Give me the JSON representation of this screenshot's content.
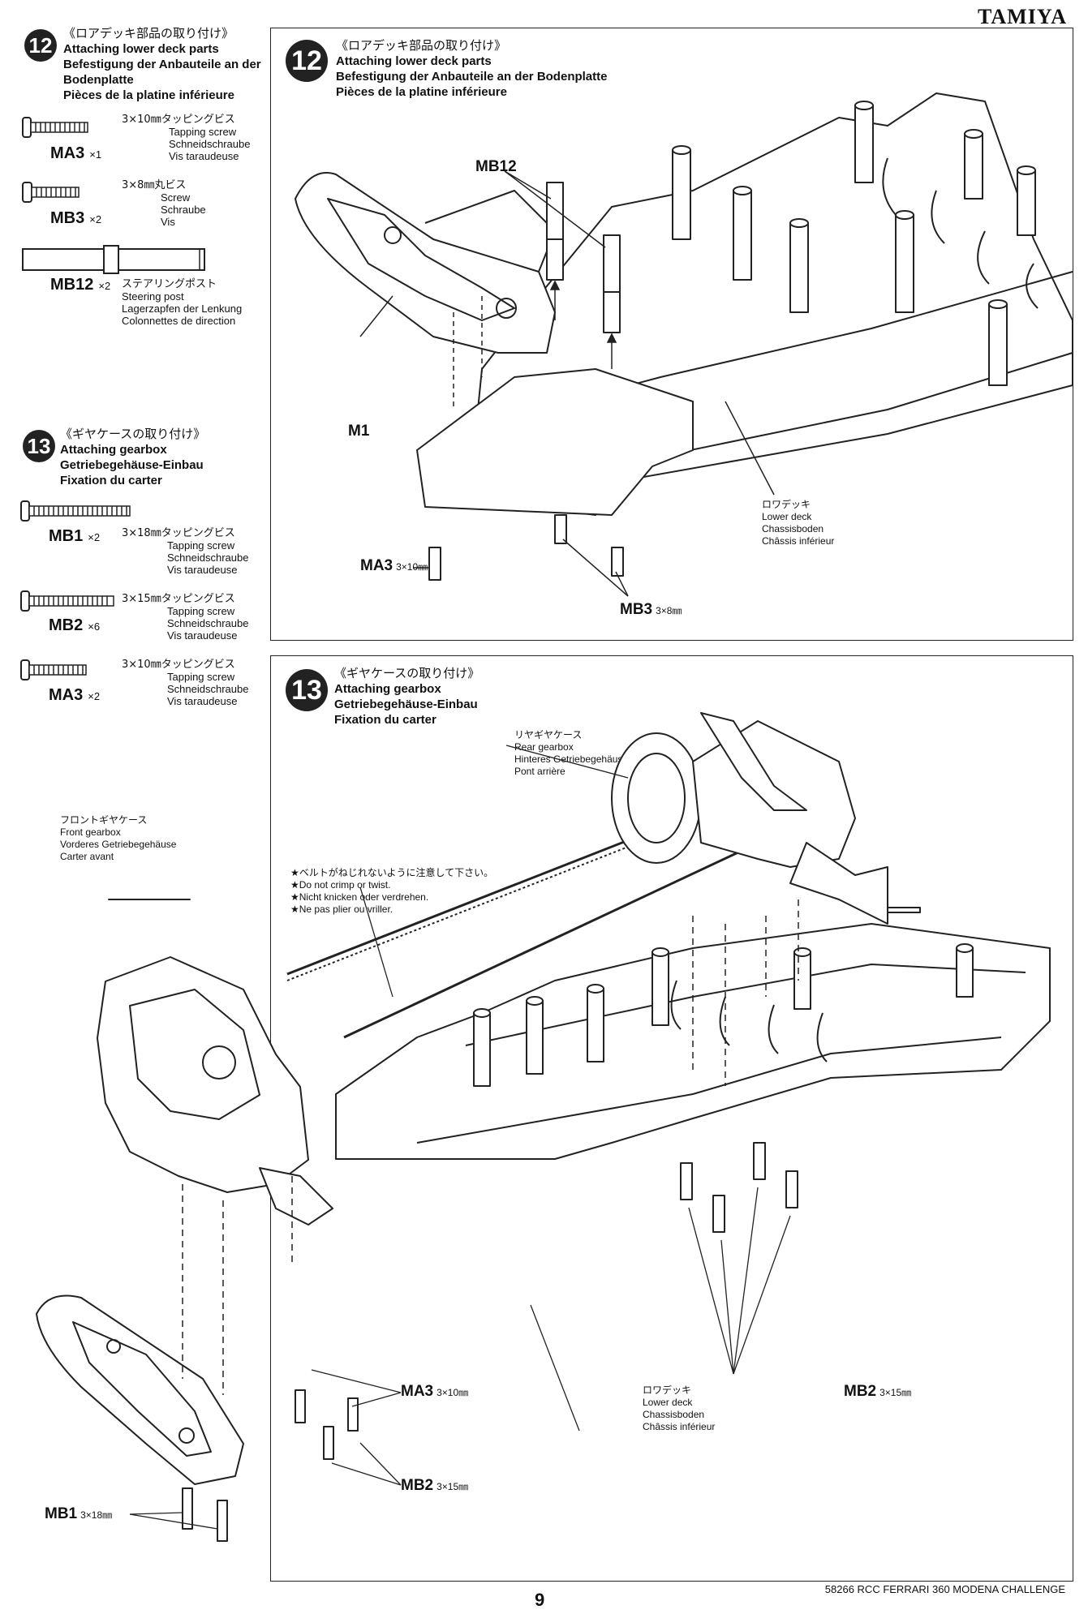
{
  "brand": "TAMIYA",
  "page_number": "9",
  "footer": "58266 RCC FERRARI 360 MODENA CHALLENGE",
  "step12": {
    "number": "12",
    "title_jp": "《ロアデッキ部品の取り付け》",
    "title_en": "Attaching lower deck parts",
    "title_de": "Befestigung der Anbauteile an der Bodenplatte",
    "title_fr": "Pièces de la platine inférieure",
    "parts": [
      {
        "code": "MA3",
        "qty": "×1",
        "desc_jp": "3×10㎜タッピングビス",
        "desc_en": "Tapping screw",
        "desc_de": "Schneidschraube",
        "desc_fr": "Vis taraudeuse"
      },
      {
        "code": "MB3",
        "qty": "×2",
        "desc_jp": "3×8㎜丸ビス",
        "desc_en": "Screw",
        "desc_de": "Schraube",
        "desc_fr": "Vis"
      },
      {
        "code": "MB12",
        "qty": "×2",
        "desc_jp": "ステアリングポスト",
        "desc_en": "Steering post",
        "desc_de": "Lagerzapfen der Lenkung",
        "desc_fr": "Colonnettes de direction"
      }
    ],
    "labels": {
      "mb12": "MB12",
      "m1": "M1",
      "ma3": "MA3",
      "ma3_size": "3×10㎜",
      "mb3": "MB3",
      "mb3_size": "3×8㎜",
      "lower_deck_jp": "ロワデッキ",
      "lower_deck_en": "Lower deck",
      "lower_deck_de": "Chassisboden",
      "lower_deck_fr": "Châssis inférieur"
    }
  },
  "step13": {
    "number": "13",
    "title_jp": "《ギヤケースの取り付け》",
    "title_en": "Attaching gearbox",
    "title_de": "Getriebegehäuse-Einbau",
    "title_fr": "Fixation du carter",
    "parts": [
      {
        "code": "MB1",
        "qty": "×2",
        "desc_jp": "3×18㎜タッピングビス",
        "desc_en": "Tapping screw",
        "desc_de": "Schneidschraube",
        "desc_fr": "Vis taraudeuse"
      },
      {
        "code": "MB2",
        "qty": "×6",
        "desc_jp": "3×15㎜タッピングビス",
        "desc_en": "Tapping screw",
        "desc_de": "Schneidschraube",
        "desc_fr": "Vis taraudeuse"
      },
      {
        "code": "MA3",
        "qty": "×2",
        "desc_jp": "3×10㎜タッピングビス",
        "desc_en": "Tapping screw",
        "desc_de": "Schneidschraube",
        "desc_fr": "Vis taraudeuse"
      }
    ],
    "labels": {
      "rear_gearbox_jp": "リヤギヤケース",
      "rear_gearbox_en": "Rear gearbox",
      "rear_gearbox_de": "Hinteres Getriebegehäuse",
      "rear_gearbox_fr": "Pont arrière",
      "front_gearbox_jp": "フロントギヤケース",
      "front_gearbox_en": "Front gearbox",
      "front_gearbox_de": "Vorderes Getriebegehäuse",
      "front_gearbox_fr": "Carter avant",
      "belt_note_jp": "★ベルトがねじれないように注意して下さい。",
      "belt_note_en": "★Do not crimp or twist.",
      "belt_note_de": "★Nicht knicken oder verdrehen.",
      "belt_note_fr": "★Ne pas plier ou vriller.",
      "ma3": "MA3",
      "ma3_size": "3×10㎜",
      "mb1": "MB1",
      "mb1_size": "3×18㎜",
      "mb2a": "MB2",
      "mb2a_size": "3×15㎜",
      "mb2b": "MB2",
      "mb2b_size": "3×15㎜",
      "lower_deck_jp": "ロワデッキ",
      "lower_deck_en": "Lower deck",
      "lower_deck_de": "Chassisboden",
      "lower_deck_fr": "Châssis inférieur"
    }
  }
}
